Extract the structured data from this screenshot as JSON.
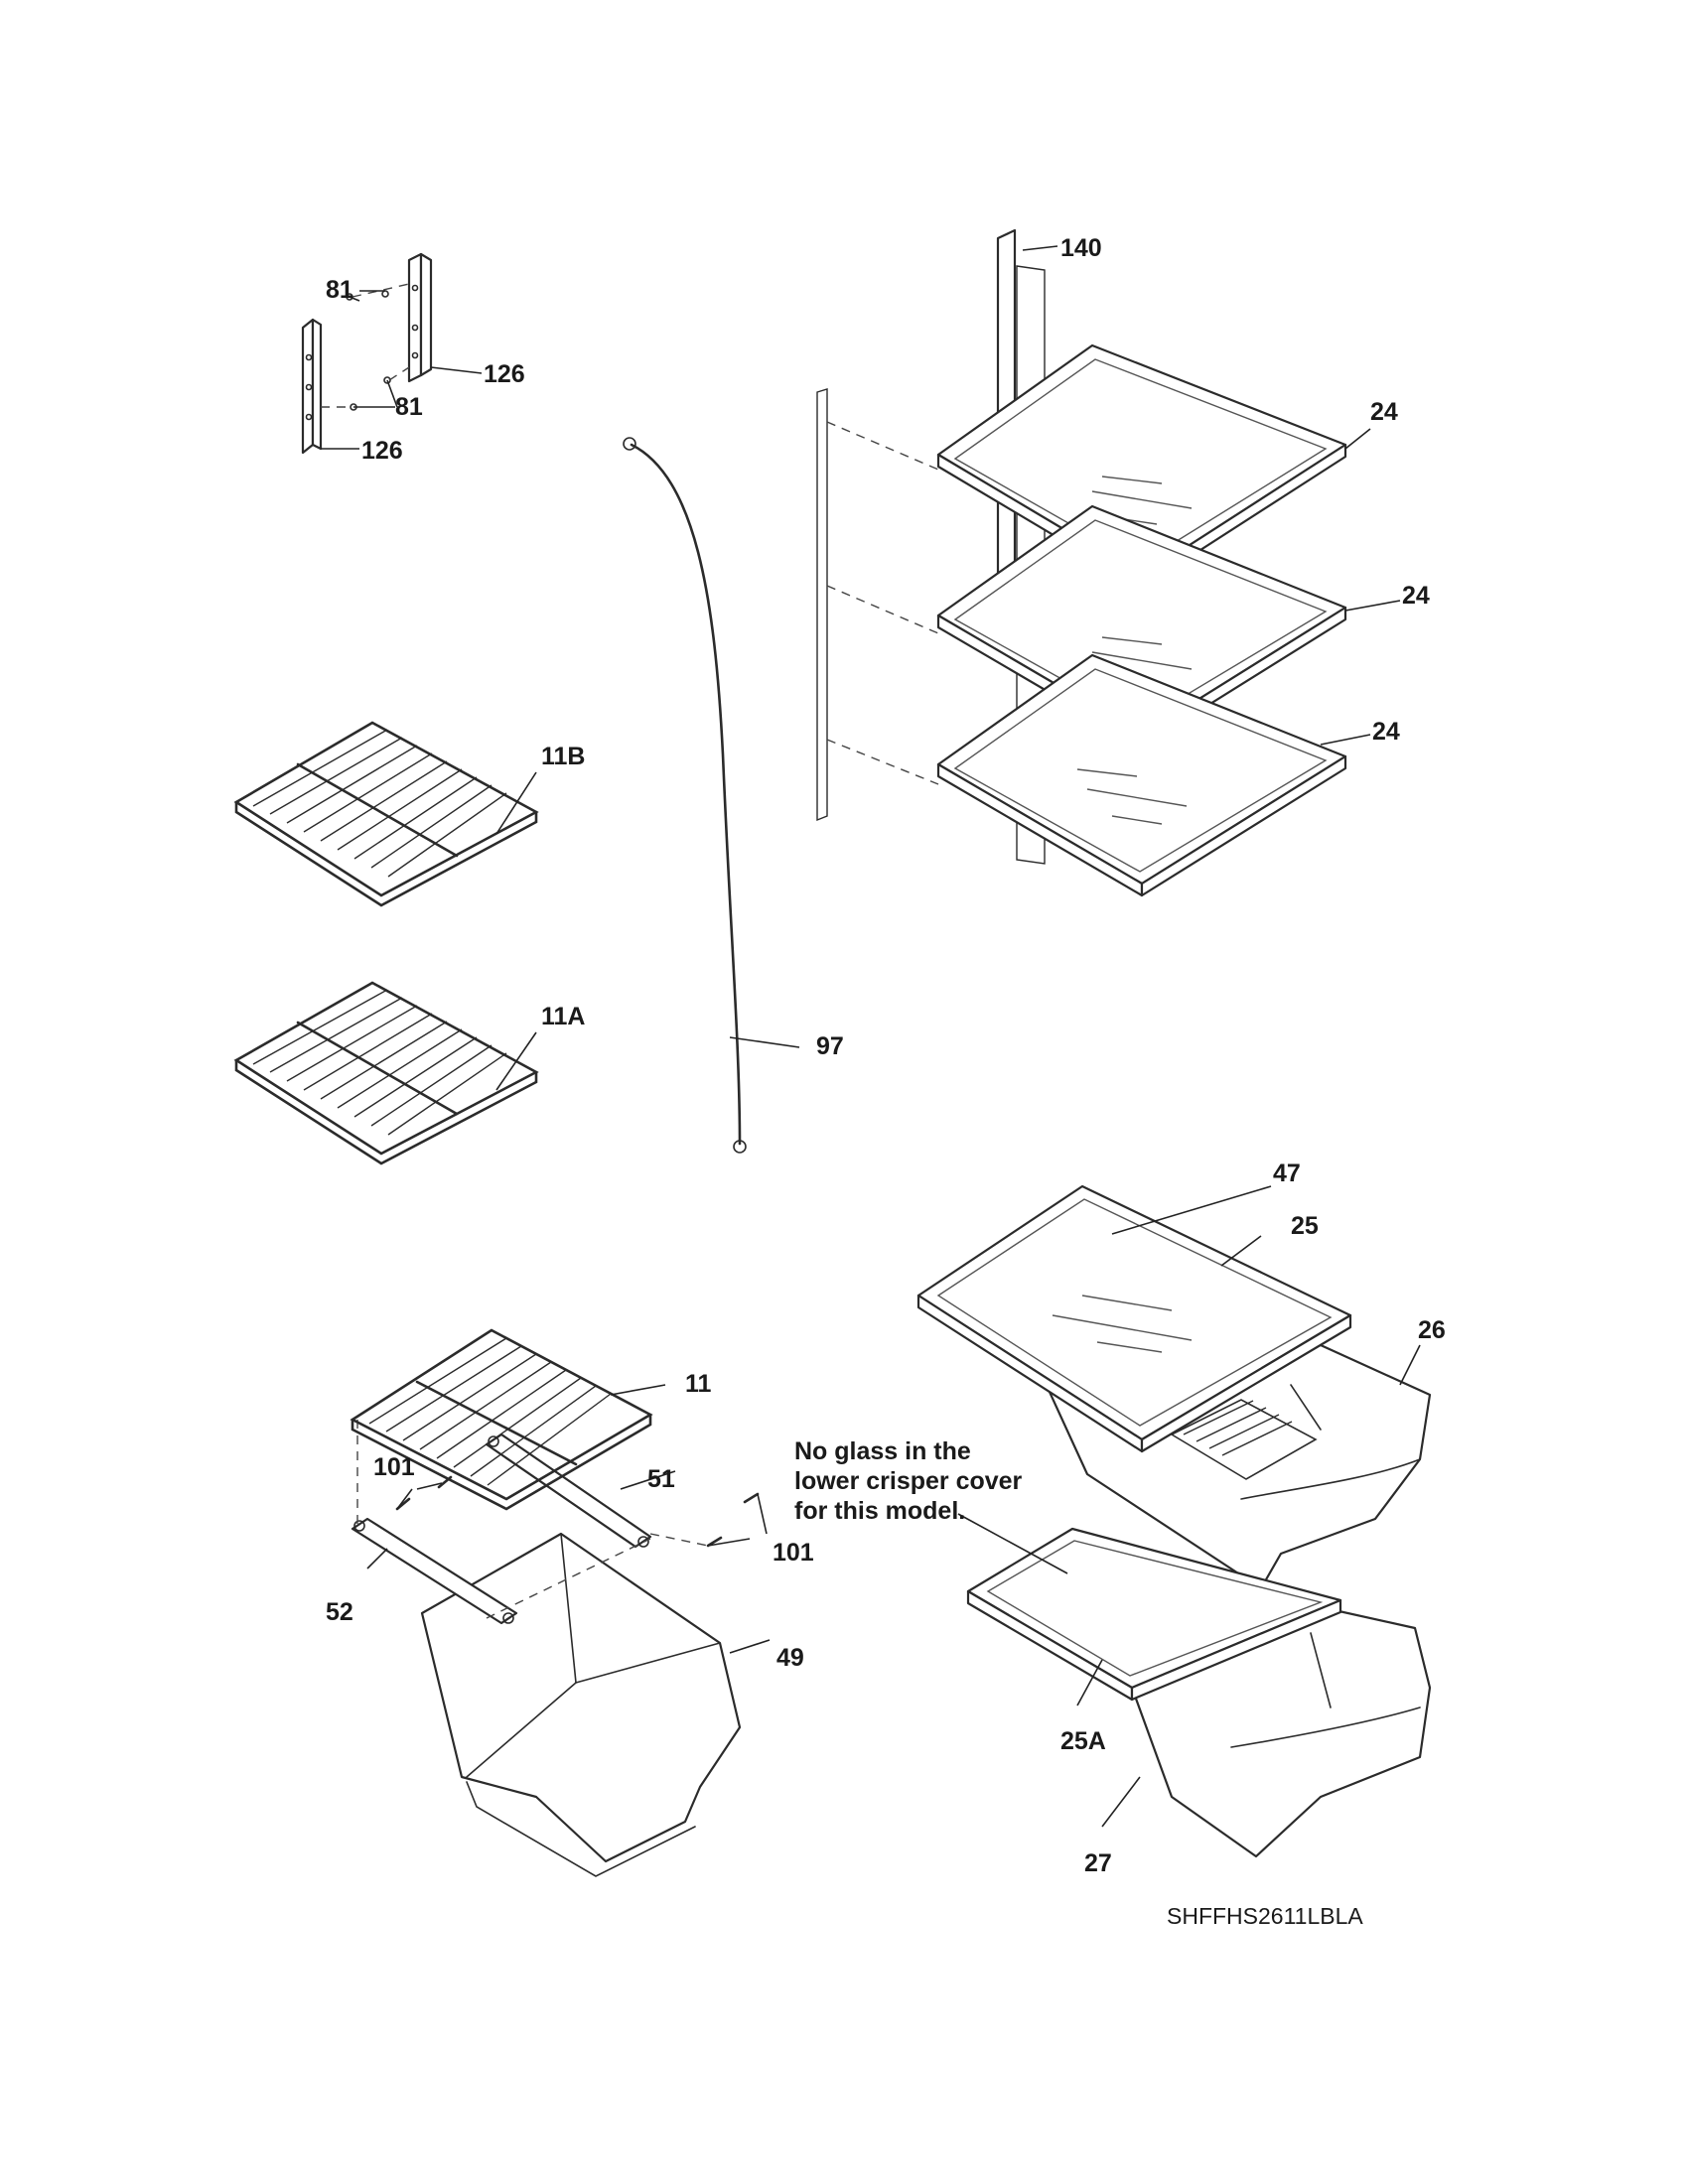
{
  "labels": {
    "p81_top": "81",
    "p81_bottom": "81",
    "p126_top": "126",
    "p126_bottom": "126",
    "p140": "140",
    "p24_a": "24",
    "p24_b": "24",
    "p24_c": "24",
    "p11b": "11B",
    "p11a": "11A",
    "p97": "97",
    "p47": "47",
    "p25": "25",
    "p26": "26",
    "p11": "11",
    "p51": "51",
    "p101_left": "101",
    "p101_right": "101",
    "p52": "52",
    "p49": "49",
    "p25a": "25A",
    "p27": "27"
  },
  "note": {
    "line1": "No glass in the",
    "line2": "lower crisper cover",
    "line3": "for this model."
  },
  "model_code": "SHFFHS2611LBLA"
}
